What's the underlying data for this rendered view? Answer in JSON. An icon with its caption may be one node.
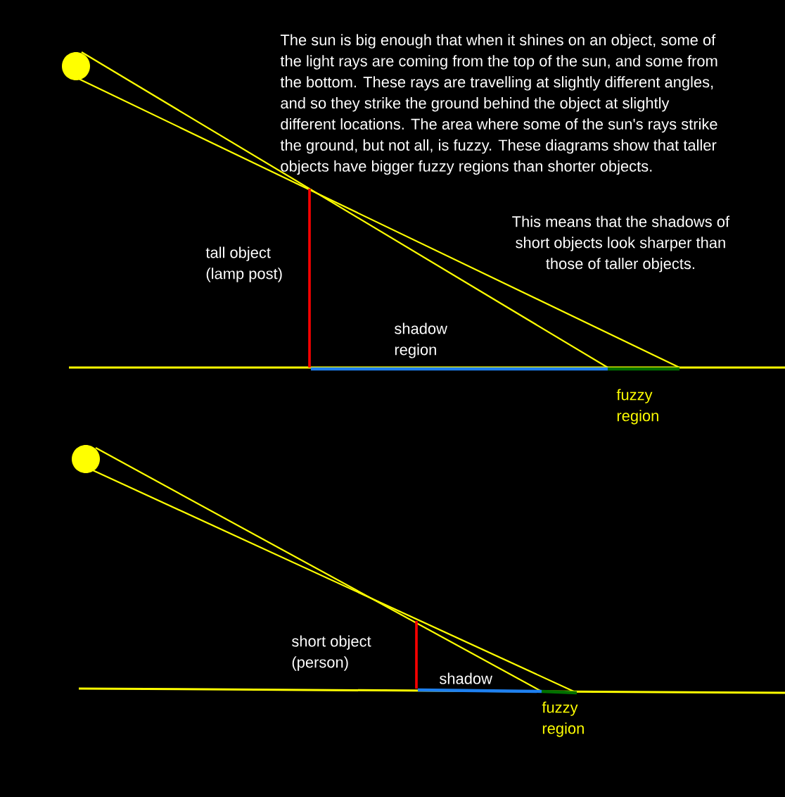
{
  "diagram": {
    "labels": [
      "The sun is big enough that when it shines on an object, some of the light rays are coming from the top of the sun, and some from the bottom.  These rays are travelling at slightly different angles, and so they strike the ground behind the object at slightly different locations.  The area where some of the sun's rays strike the ground, but not all, is fuzzy.  These diagrams show that taller objects have bigger fuzzy regions than shorter objects.",
      "This means that the shadows of short objects look sharper than those of taller objects.",
      "tall object (lamp post)",
      "shadow region",
      "fuzzy region",
      "short object (person)",
      "shadow",
      "fuzzy region"
    ]
  }
}
